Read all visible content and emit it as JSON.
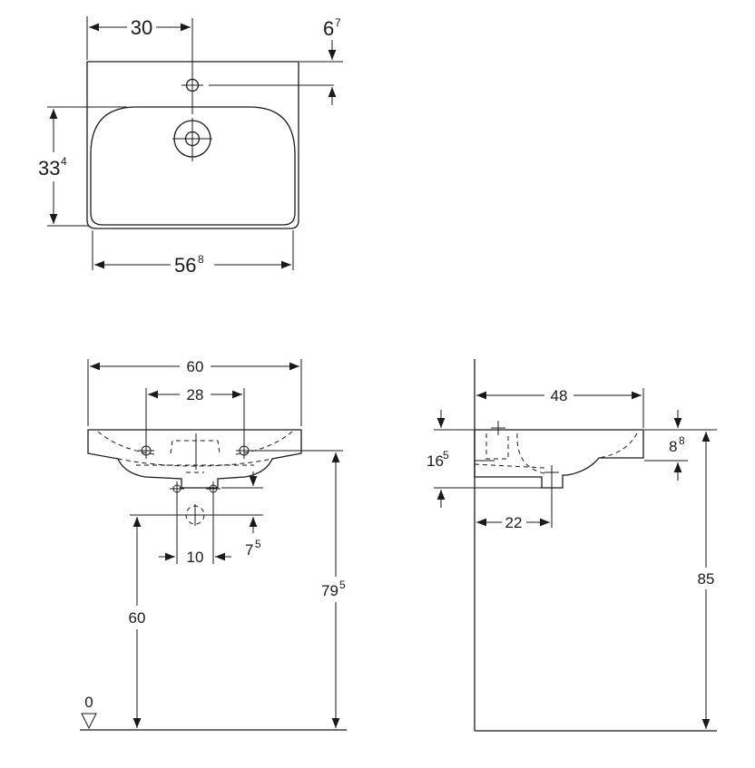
{
  "top_view": {
    "width_main": "56",
    "width_sup": "8",
    "depth_main": "33",
    "depth_sup": "4",
    "tap_offset": "30",
    "tap_setback_main": "6",
    "tap_setback_sup": "7"
  },
  "front_view": {
    "overall_width": "60",
    "fixing_spacing": "28",
    "drain_spacing": "10",
    "drain_drop_main": "7",
    "drain_drop_sup": "5",
    "drain_height": "60",
    "rim_height_main": "79",
    "rim_height_sup": "5",
    "floor_label": "0"
  },
  "side_view": {
    "depth": "48",
    "rim_thickness_main": "8",
    "rim_thickness_sup": "8",
    "body_height_main": "16",
    "body_height_sup": "5",
    "drain_offset": "22",
    "top_height": "85"
  }
}
